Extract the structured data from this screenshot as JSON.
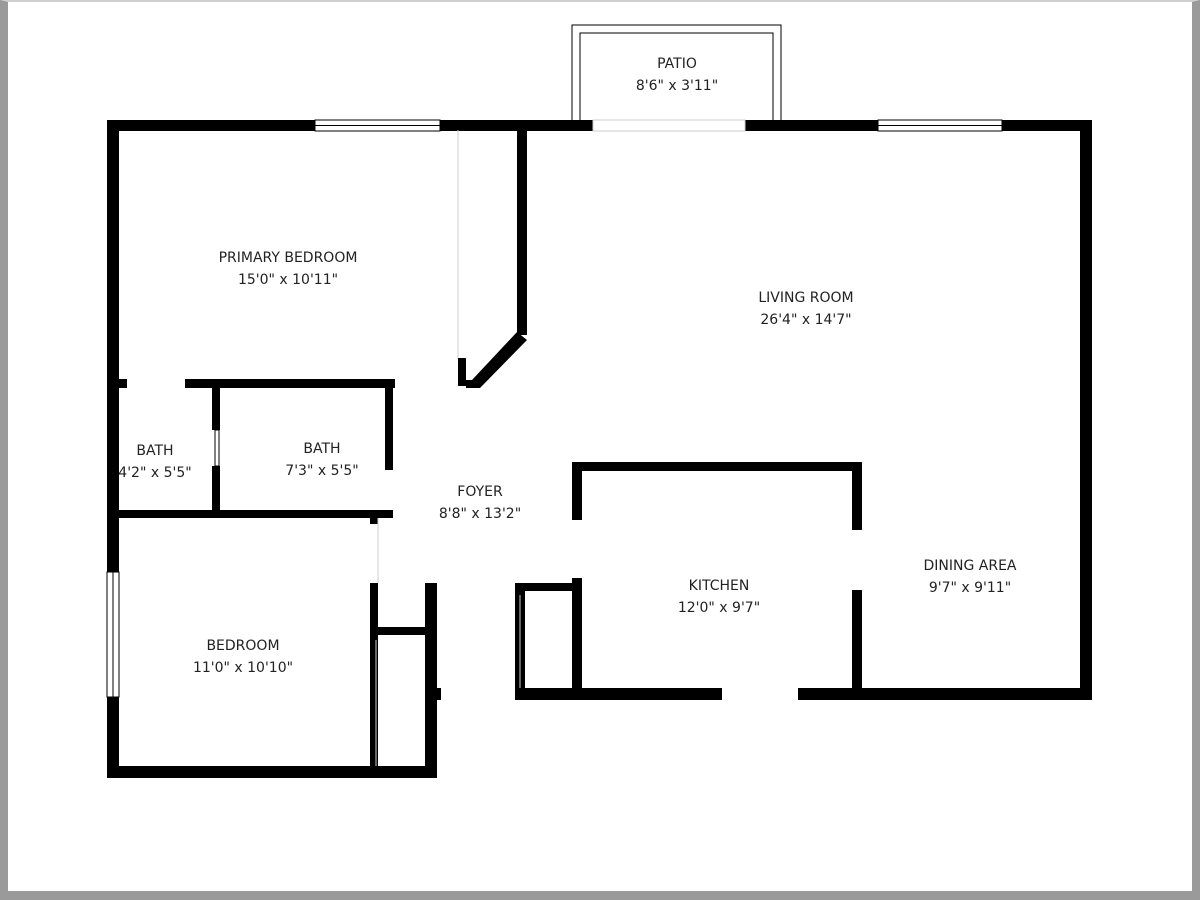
{
  "rooms": {
    "patio": {
      "name": "PATIO",
      "size": "8'6\" x 3'11\""
    },
    "primary_bedroom": {
      "name": "PRIMARY BEDROOM",
      "size": "15'0\" x 10'11\""
    },
    "living_room": {
      "name": "LIVING ROOM",
      "size": "26'4\" x 14'7\""
    },
    "bath_small": {
      "name": "BATH",
      "size": "4'2\" x 5'5\""
    },
    "bath_large": {
      "name": "BATH",
      "size": "7'3\" x 5'5\""
    },
    "foyer": {
      "name": "FOYER",
      "size": "8'8\" x 13'2\""
    },
    "kitchen": {
      "name": "KITCHEN",
      "size": "12'0\" x 9'7\""
    },
    "dining_area": {
      "name": "DINING AREA",
      "size": "9'7\" x 9'11\""
    },
    "bedroom": {
      "name": "BEDROOM",
      "size": "11'0\" x 10'10\""
    }
  },
  "colors": {
    "wall": "#000000",
    "frame": "#9a9a9a"
  }
}
